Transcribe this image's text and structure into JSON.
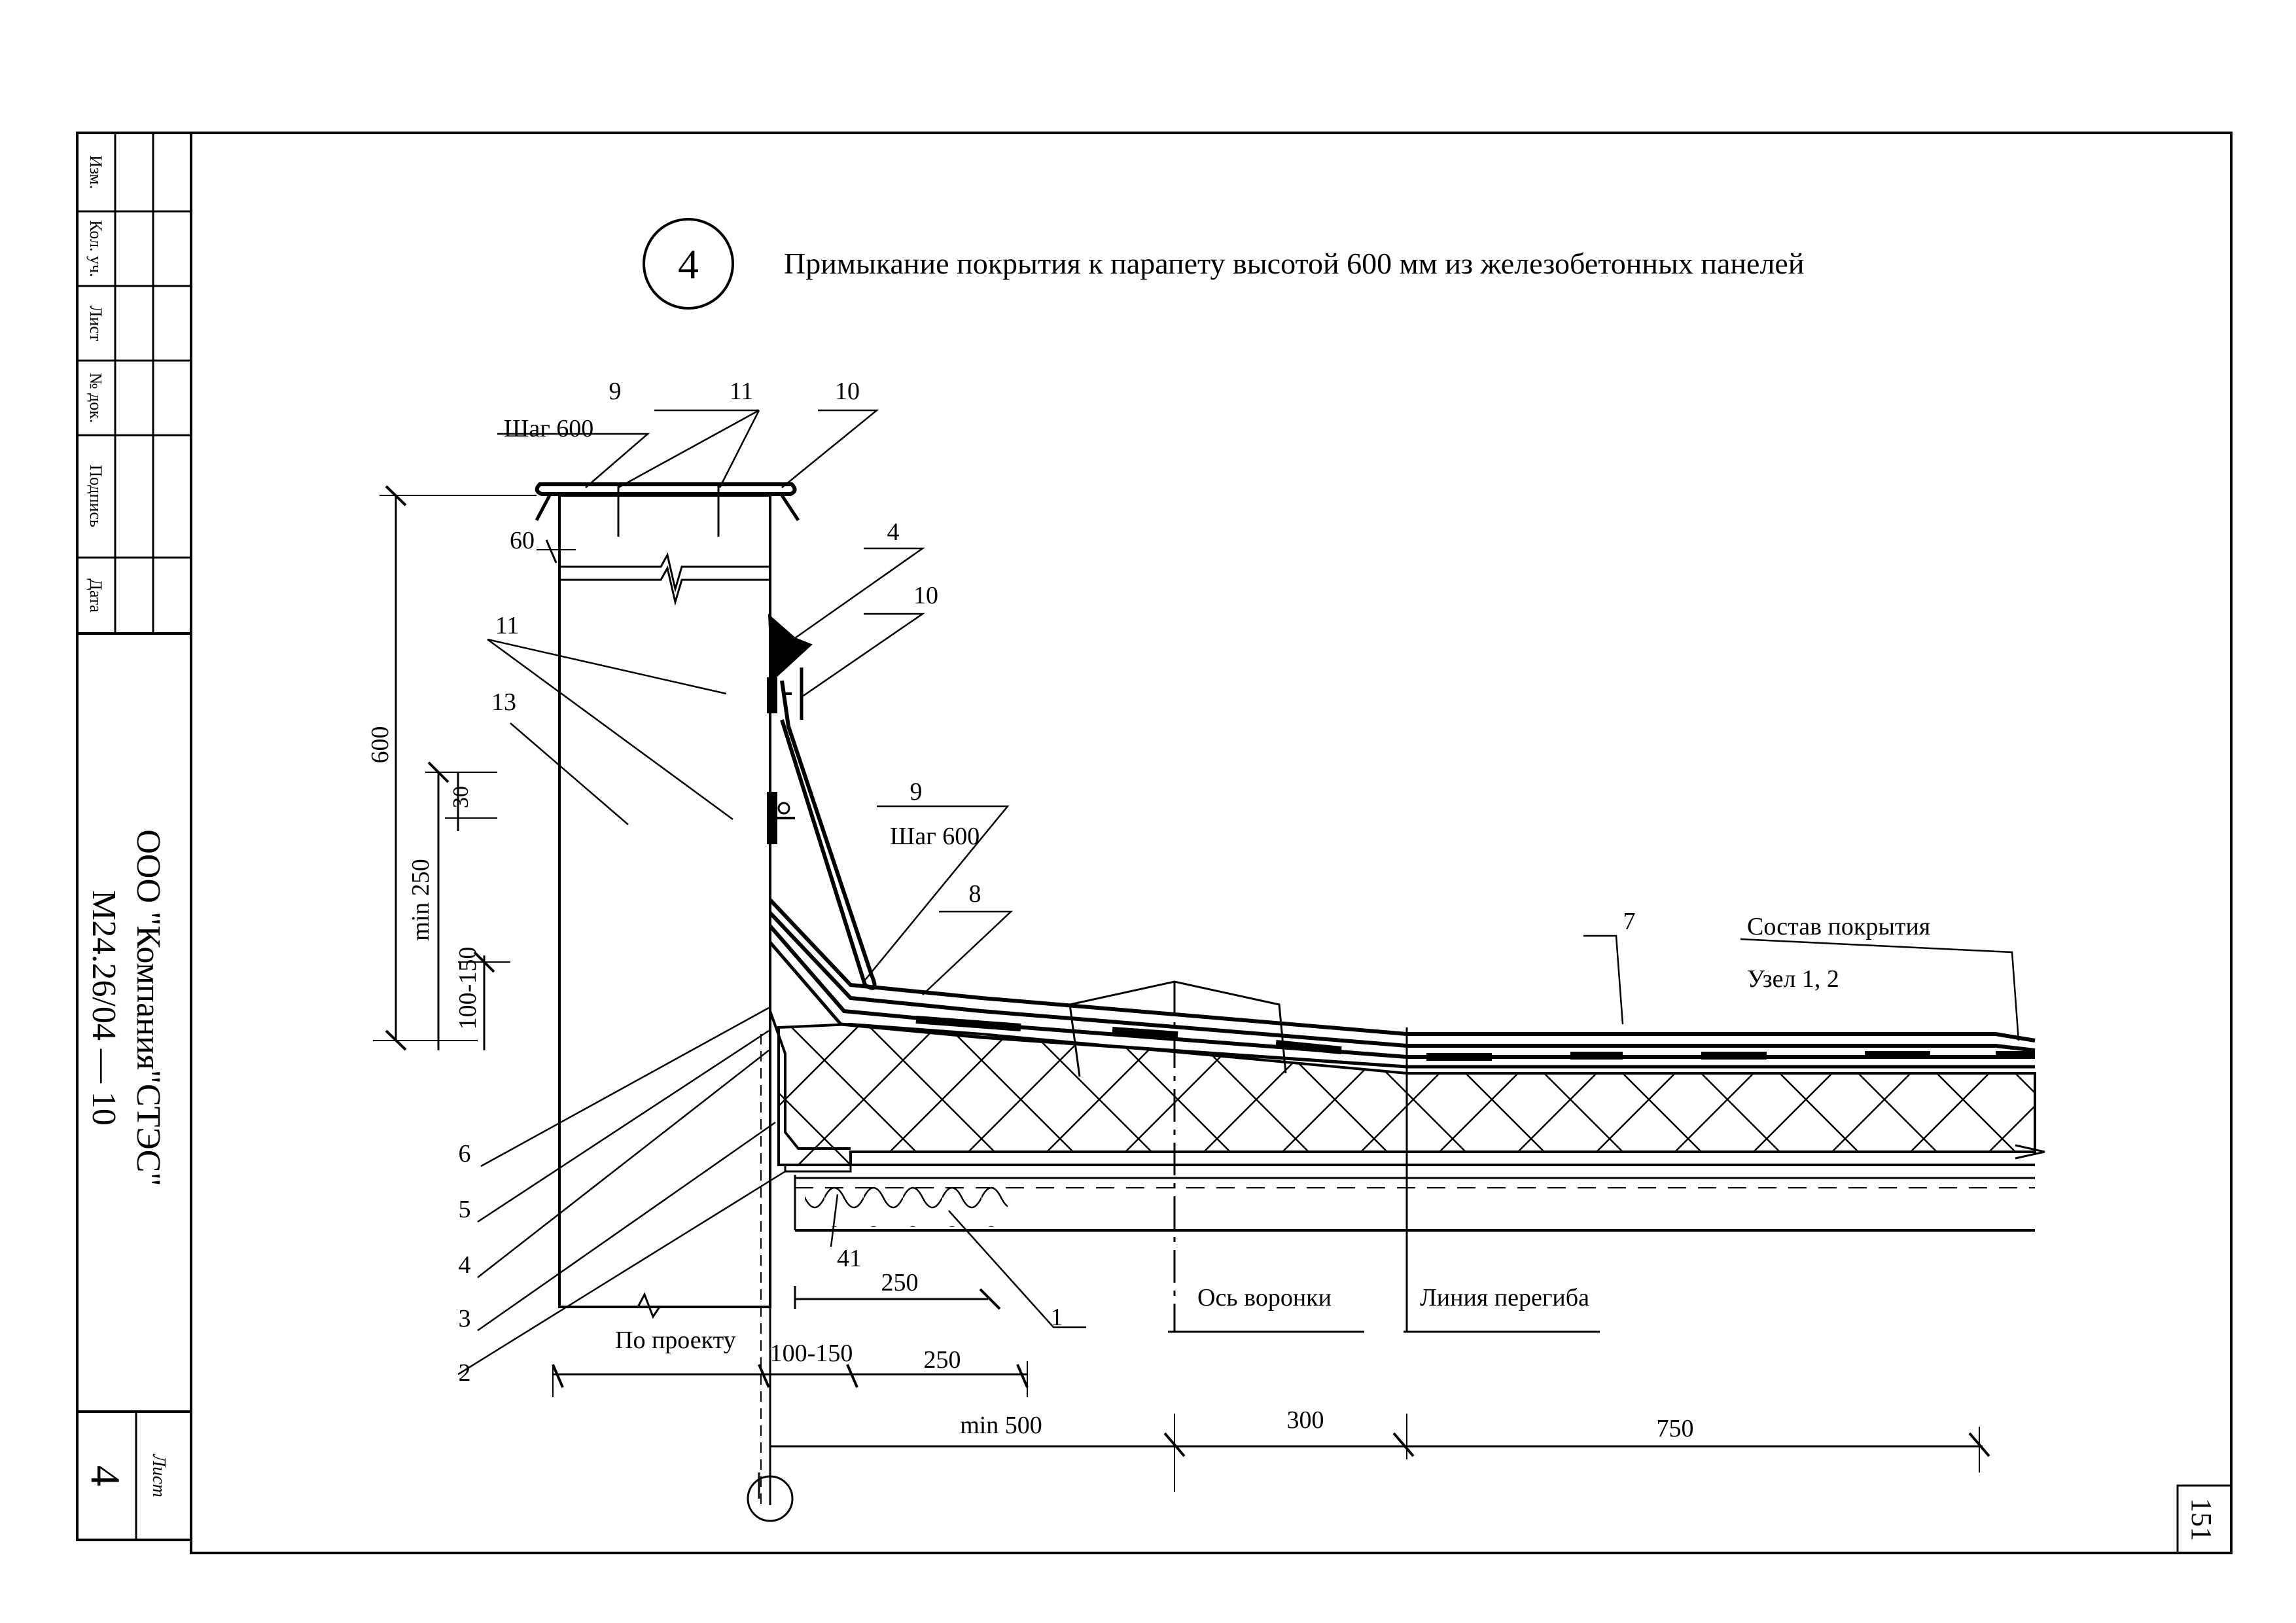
{
  "title": "Примыкание покрытия к парапету высотой 600 мм из железобетонных панелей",
  "node_number": "4",
  "stamp": {
    "rows": [
      "Изм.",
      "Кол. уч.",
      "Лист",
      "№ док.",
      "Подпись",
      "Дата"
    ],
    "company": "ООО \"Компания\"СТЭС\"",
    "code": "М24.26/04 — 10",
    "sheet_label": "Лист",
    "sheet_number": "4"
  },
  "page_number": "151",
  "labels": {
    "step1": "Шаг 600",
    "step2": "Шаг 600",
    "n1": "1",
    "n2": "2",
    "n3": "3",
    "n4a": "4",
    "n4b": "4",
    "n5": "5",
    "n6": "6",
    "n7": "7",
    "n8": "8",
    "n9a": "9",
    "n9b": "9",
    "n10a": "10",
    "n10b": "10",
    "n11a": "11",
    "n11b": "11",
    "n13": "13",
    "n41": "41",
    "composition": "Состав покрытия",
    "node12": "Узел 1, 2",
    "funnel_axis": "Ось воронки",
    "bend_line": "Линия перегиба",
    "by_project": "По проекту"
  },
  "dimensions": {
    "d600": "600",
    "d60": "60",
    "d30": "30",
    "min250": "min 250",
    "d100_150_v": "100-150",
    "d250a": "250",
    "d100_150_h": "100-150",
    "d250b": "250",
    "min500": "min 500",
    "d300": "300",
    "d750": "750"
  }
}
